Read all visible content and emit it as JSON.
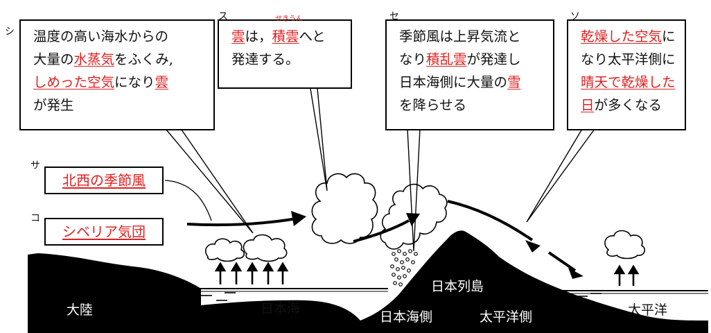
{
  "markers": {
    "shi": "シ",
    "su": "ス",
    "se": "セ",
    "so": "ソ",
    "sa": "サ",
    "ko": "コ"
  },
  "callouts": {
    "shi": {
      "l1": "温度の高い海水からの",
      "l2_a": "大量の",
      "l2_red": "水蒸気",
      "l2_b": "をふくみ,",
      "l3_red1": "しめった空気",
      "l3_a": "になり",
      "l3_red2": "雲",
      "l4": "が発生"
    },
    "su": {
      "l1_red1": "雲",
      "l1_a": "は，",
      "l1_red2": "積雲",
      "l1_ruby": "せきうん",
      "l1_b": "へと",
      "l2": "発達する。"
    },
    "se": {
      "l1": "季節風は上昇気流と",
      "l2_a": "なり",
      "l2_red": "積乱雲",
      "l2_b": "が発達し",
      "l3_a": "日本海側に大量の",
      "l3_red": "雪",
      "l4": "を降らせる"
    },
    "so": {
      "l1_red": "乾燥した空気",
      "l1_a": "に",
      "l2": "なり太平洋側に",
      "l3_red": "晴天で乾燥した",
      "l4_red": "日",
      "l4_a": "が多くなる"
    }
  },
  "wind_label": "北西の季節風",
  "airmass_label": "シベリア気団",
  "places": {
    "tairiku": "大陸",
    "nihonkai": "日本海",
    "rettou": "日本列島",
    "nihonkai_side": "日本海側",
    "taiheiyo_side": "太平洋側",
    "taiheiyo": "太平洋"
  },
  "colors": {
    "accent": "#e02020",
    "ink": "#111111"
  }
}
